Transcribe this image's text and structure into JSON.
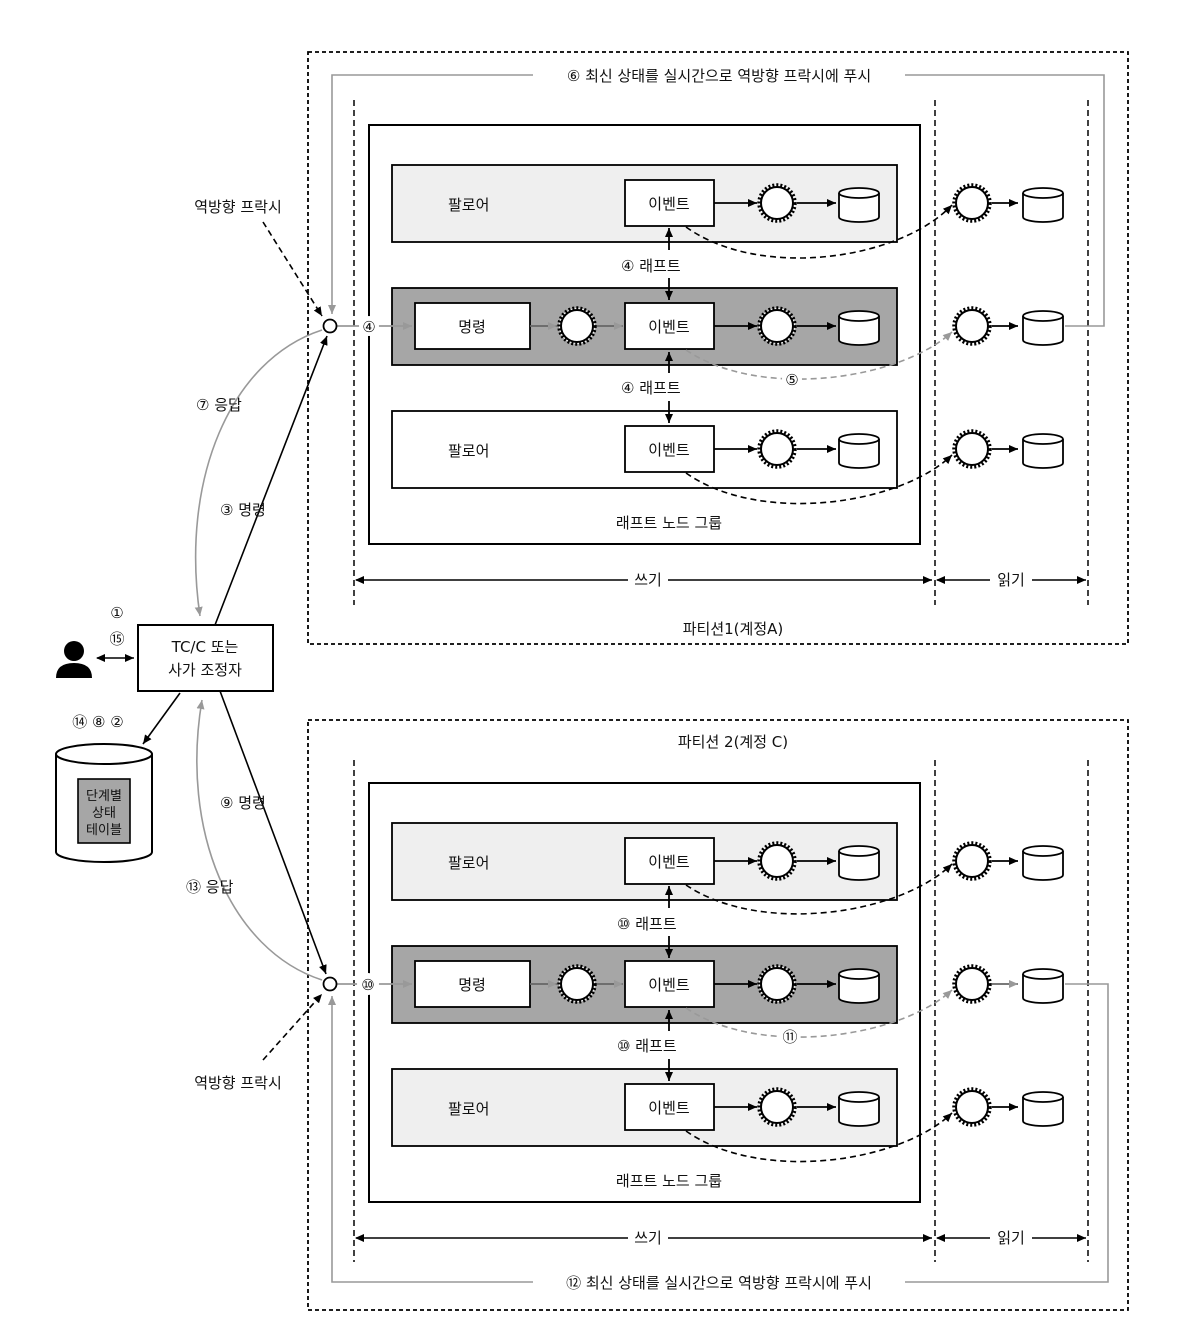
{
  "reverse_proxy_label": "역방향 프락시",
  "coordinator": {
    "line1": "TC/C 또는",
    "line2": "사가 조정자"
  },
  "state_table": {
    "line1": "단계별",
    "line2": "상태",
    "line3": "테이블"
  },
  "partition1_label": "파티션1(계정A)",
  "partition2_label": "파티션 2(계정 C)",
  "raft_group_label": "래프트 노드 그룹",
  "write_label": "쓰기",
  "read_label": "읽기",
  "follower_label": "팔로어",
  "event_label": "이벤트",
  "command_label": "명령",
  "steps": {
    "s1": "①",
    "s15": "⑮",
    "s14_8_2": "⑭ ⑧ ②",
    "s3": "③ 명령",
    "s4_raft_a": "④ 래프트",
    "s4_raft_b": "④ 래프트",
    "s4": "④",
    "s5": "⑤",
    "s6": "⑥ 최신 상태를 실시간으로 역방향 프락시에 푸시",
    "s7": "⑦ 응답",
    "s9": "⑨ 명령",
    "s10_raft_a": "⑩ 래프트",
    "s10_raft_b": "⑩ 래프트",
    "s10": "⑩",
    "s11": "⑪",
    "s12": "⑫ 최신 상태를 실시간으로 역방향 프락시에 푸시",
    "s13": "⑬ 응답"
  },
  "colors": {
    "dark_row": "#a6a6a6",
    "light_row": "#efefef",
    "gray_line": "#999999"
  },
  "icons": {
    "user": "user-icon",
    "database": "database-icon",
    "state_machine": "state-machine-icon"
  }
}
